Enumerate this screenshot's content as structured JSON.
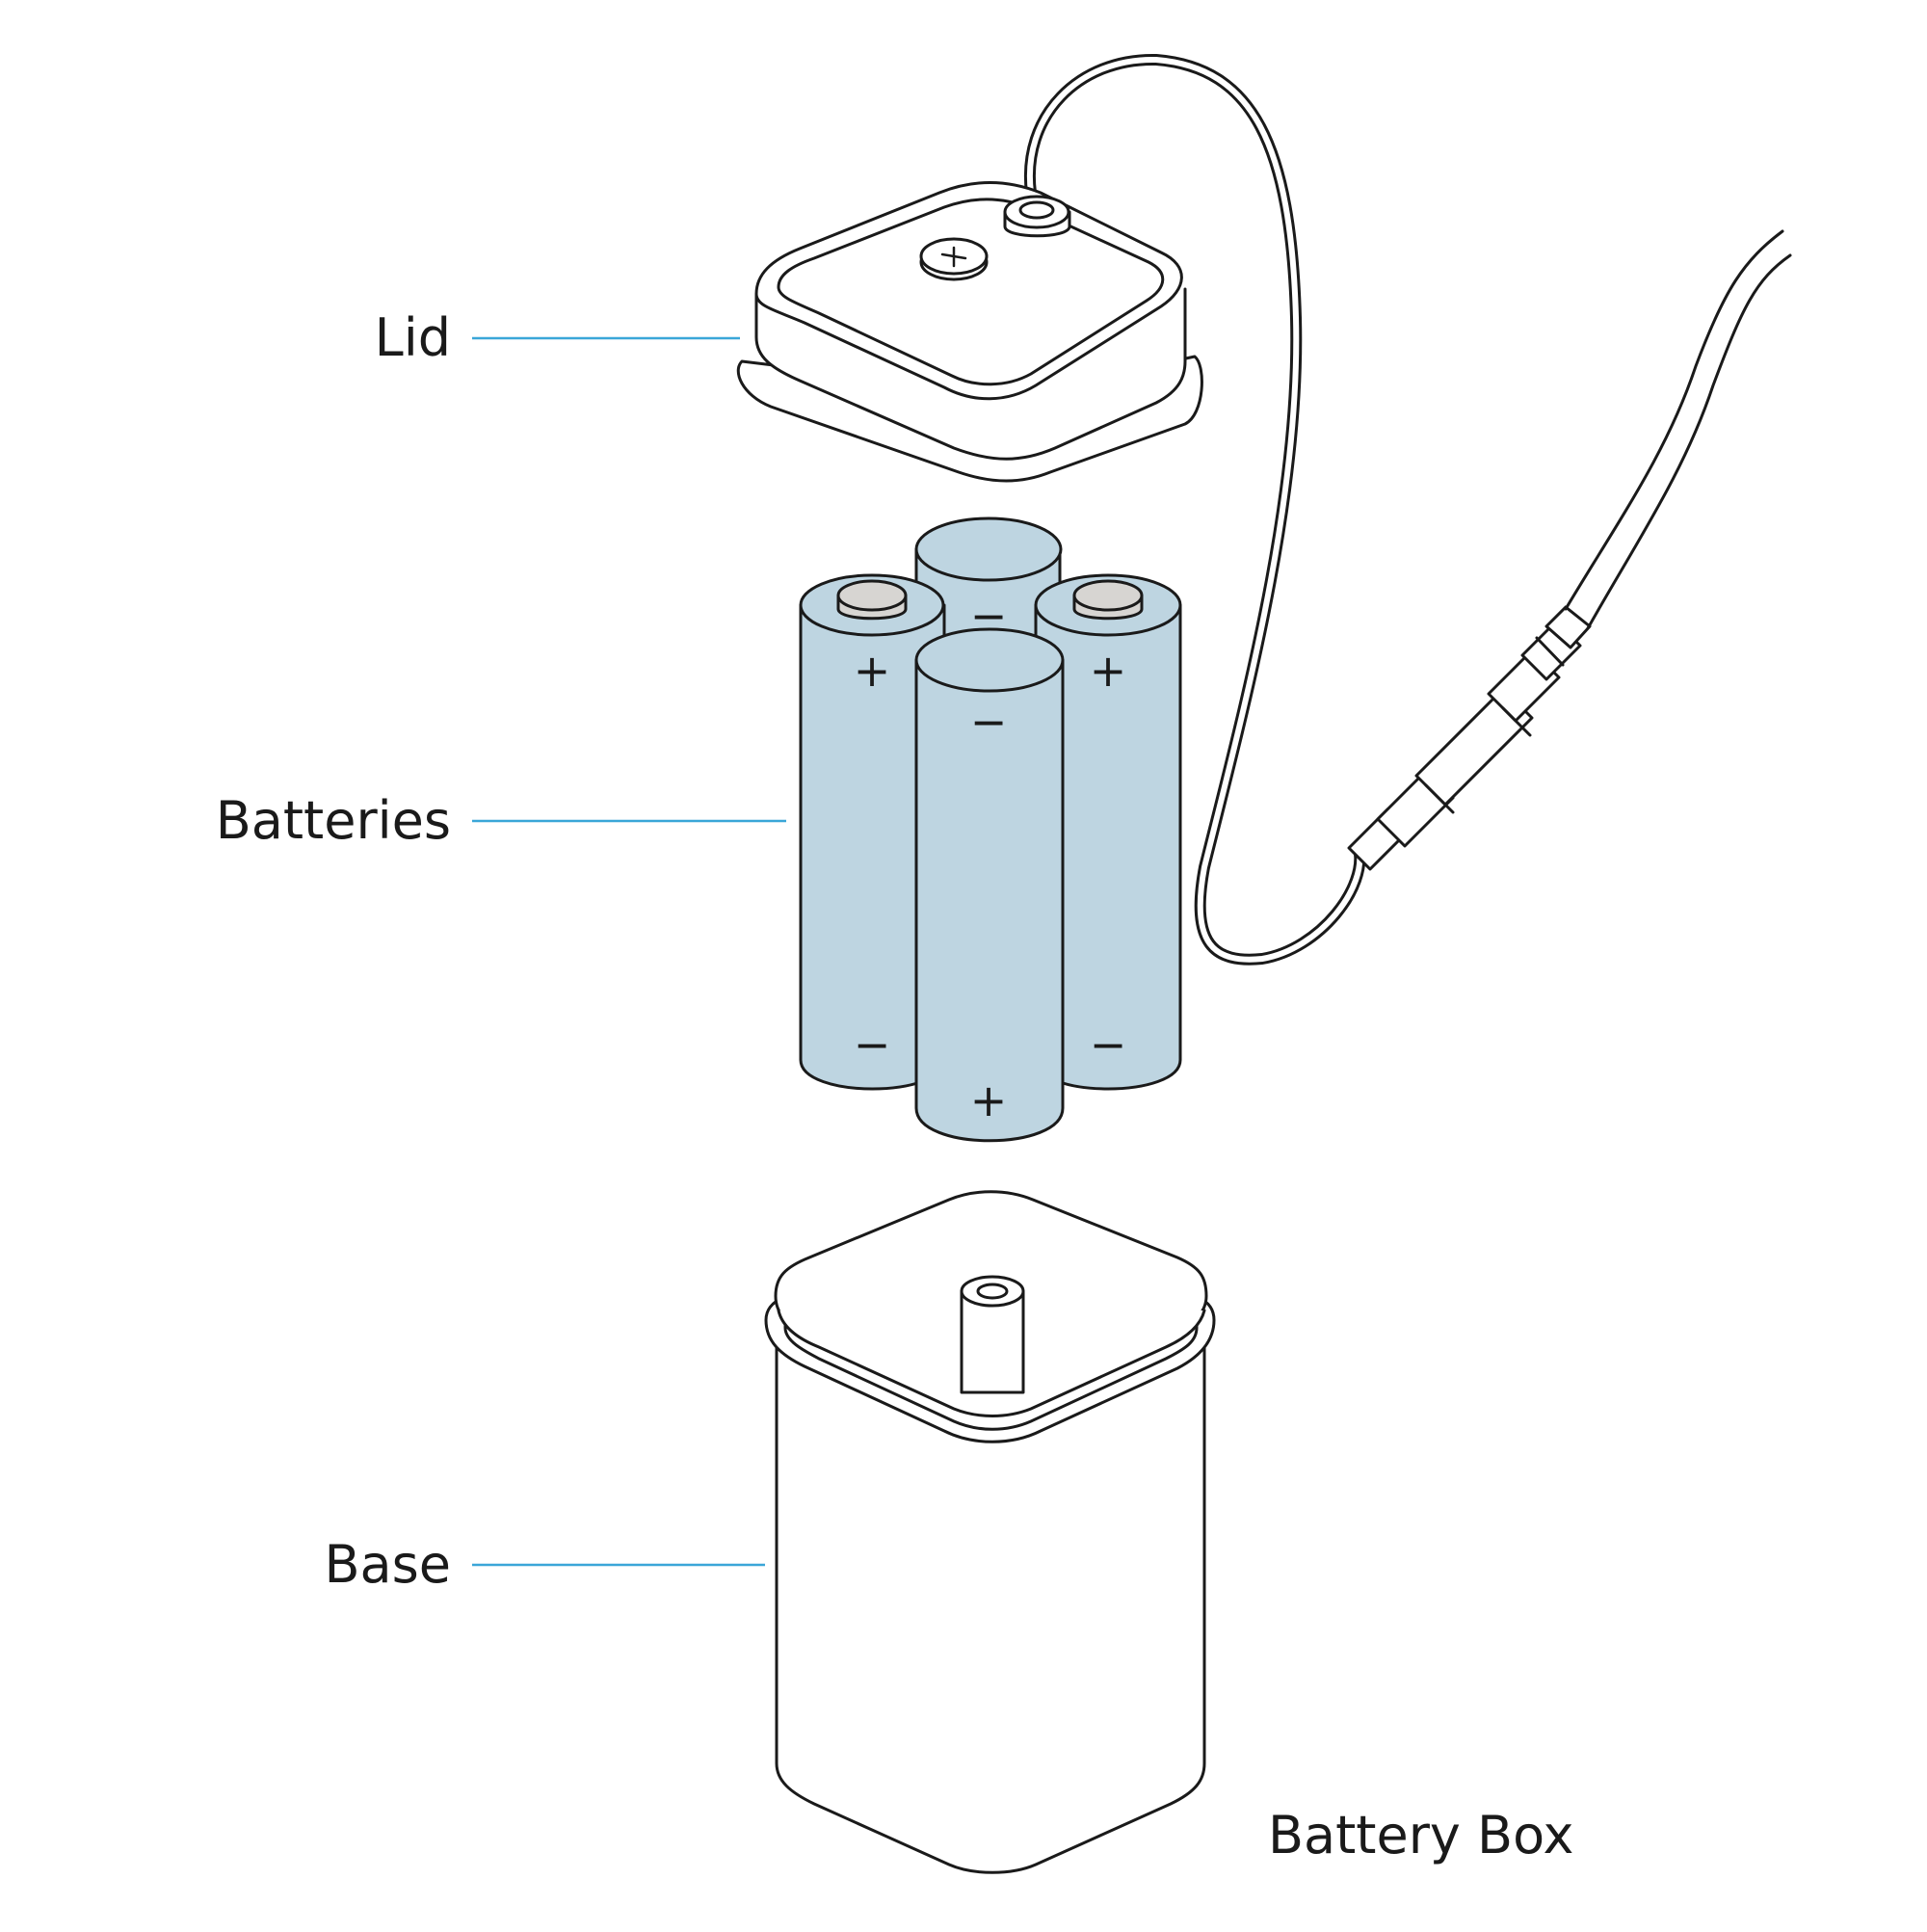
{
  "labels": {
    "lid": "Lid",
    "batteries": "Batteries",
    "base": "Base",
    "title": "Battery Box"
  },
  "battery_signs": {
    "back_top": "−",
    "left_top": "+",
    "left_bottom": "−",
    "right_top": "+",
    "right_bottom": "−",
    "front_top": "−",
    "front_bottom": "+"
  },
  "colors": {
    "outline": "#1a1a1a",
    "leader": "#3aa6d8",
    "battery_fill": "#bed5e1",
    "terminal_fill": "#d7d5d2"
  }
}
